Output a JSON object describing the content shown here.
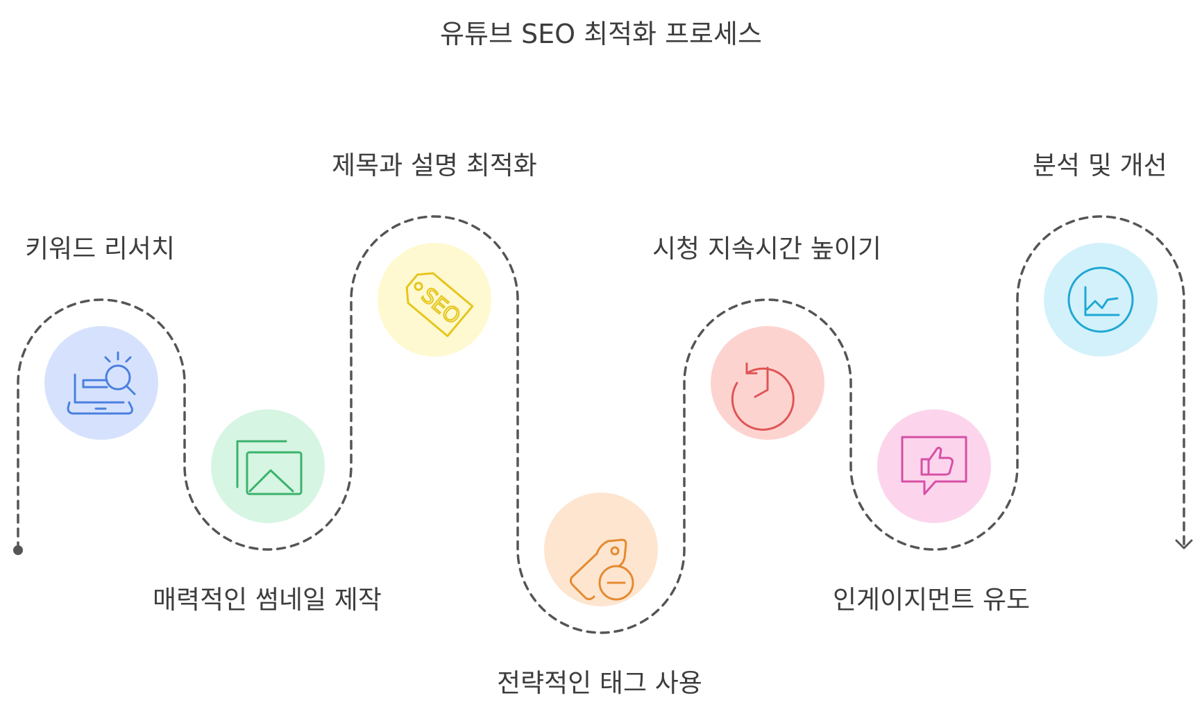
{
  "title": "유튜브 SEO 최적화 프로세스",
  "steps": [
    {
      "label": "키워드 리서치",
      "icon": "laptop-search-icon",
      "bg": "#d6e2fd",
      "color": "#4a7fe0"
    },
    {
      "label": "매력적인 썸네일 제작",
      "icon": "image-gallery-icon",
      "bg": "#d6f5e3",
      "color": "#3bb26b"
    },
    {
      "label": "제목과 설명 최적화",
      "icon": "seo-tag-icon",
      "bg": "#fef9d0",
      "color": "#e6c51c"
    },
    {
      "label": "전략적인 태그 사용",
      "icon": "tag-minus-icon",
      "bg": "#fde5d0",
      "color": "#e58a30"
    },
    {
      "label": "시청 지속시간 높이기",
      "icon": "history-clock-icon",
      "bg": "#fdd3d0",
      "color": "#de5555"
    },
    {
      "label": "인게이지먼트 유도",
      "icon": "thumbs-up-message-icon",
      "bg": "#fcd5ec",
      "color": "#d64fa6"
    },
    {
      "label": "분석 및 개선",
      "icon": "analytics-chart-icon",
      "bg": "#d3f1fb",
      "color": "#1fa7d4"
    }
  ]
}
